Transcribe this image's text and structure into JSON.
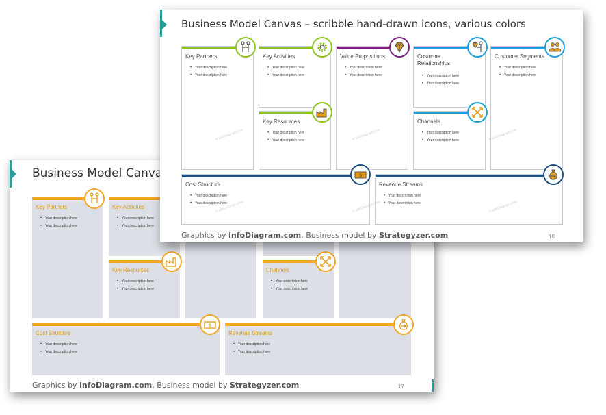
{
  "back_slide": {
    "title": "Business Model Canvas",
    "footer": {
      "prefix": "Graphics by ",
      "brand1": "infoDiagram.com",
      "middle": ", Business model by ",
      "brand2": "Strategyzer.com"
    },
    "page_number": "17",
    "accent_color": "#f5a623",
    "boxes": {
      "key_partners": {
        "label": "Key Partners",
        "items": [
          "Your description here",
          "Your description here"
        ]
      },
      "key_activities": {
        "label": "Key Activities",
        "items": [
          "Your description here",
          "Your description here"
        ]
      },
      "key_resources": {
        "label": "Key Resources",
        "items": [
          "Your description here",
          "Your description here"
        ]
      },
      "channels": {
        "label": "Channels",
        "items": [
          "Your description here",
          "Your description here"
        ]
      },
      "cost_structure": {
        "label": "Cost Structure",
        "items": [
          "Your description here",
          "Your description here"
        ]
      },
      "revenue_streams": {
        "label": "Revenue Streams",
        "items": [
          "Your description here",
          "Your description here"
        ]
      }
    }
  },
  "front_slide": {
    "title": "Business Model Canvas – scribble hand-drawn icons, various colors",
    "footer": {
      "prefix": "Graphics by ",
      "brand1": "infoDiagram.com",
      "middle": ", Business model by ",
      "brand2": "Strategyzer.com"
    },
    "page_number": "18",
    "colors": {
      "green": "#8dc21f",
      "purple": "#7b1f7a",
      "blue": "#1a9ed9",
      "navy": "#1f4e79",
      "orange": "#e39a14"
    },
    "boxes": {
      "key_partners": {
        "label": "Key Partners",
        "items": [
          "Your description here",
          "Your description here"
        ]
      },
      "key_activities": {
        "label": "Key Activities",
        "items": [
          "Your description here",
          "Your description here"
        ]
      },
      "value_propositions": {
        "label": "Value Propositions",
        "items": [
          "Your description here",
          "Your description here"
        ]
      },
      "customer_relationships": {
        "label": "Customer Relationships",
        "items": [
          "Your description here",
          "Your description here"
        ]
      },
      "customer_segments": {
        "label": "Customer Segments",
        "items": [
          "Your description here",
          "Your description here"
        ]
      },
      "key_resources": {
        "label": "Key Resources",
        "items": [
          "Your description here",
          "Your description here"
        ]
      },
      "channels": {
        "label": "Channels",
        "items": [
          "Your description here",
          "Your description here"
        ]
      },
      "cost_structure": {
        "label": "Cost Structure",
        "items": [
          "Your description here",
          "Your description here"
        ]
      },
      "revenue_streams": {
        "label": "Revenue Streams",
        "items": [
          "Your description here",
          "Your description here"
        ]
      }
    }
  },
  "icons": [
    "handshake-icon",
    "gear-icon",
    "diamond-icon",
    "heart-hand-icon",
    "people-icon",
    "factory-icon",
    "arrows-out-icon",
    "money-icon",
    "money-bag-icon"
  ]
}
